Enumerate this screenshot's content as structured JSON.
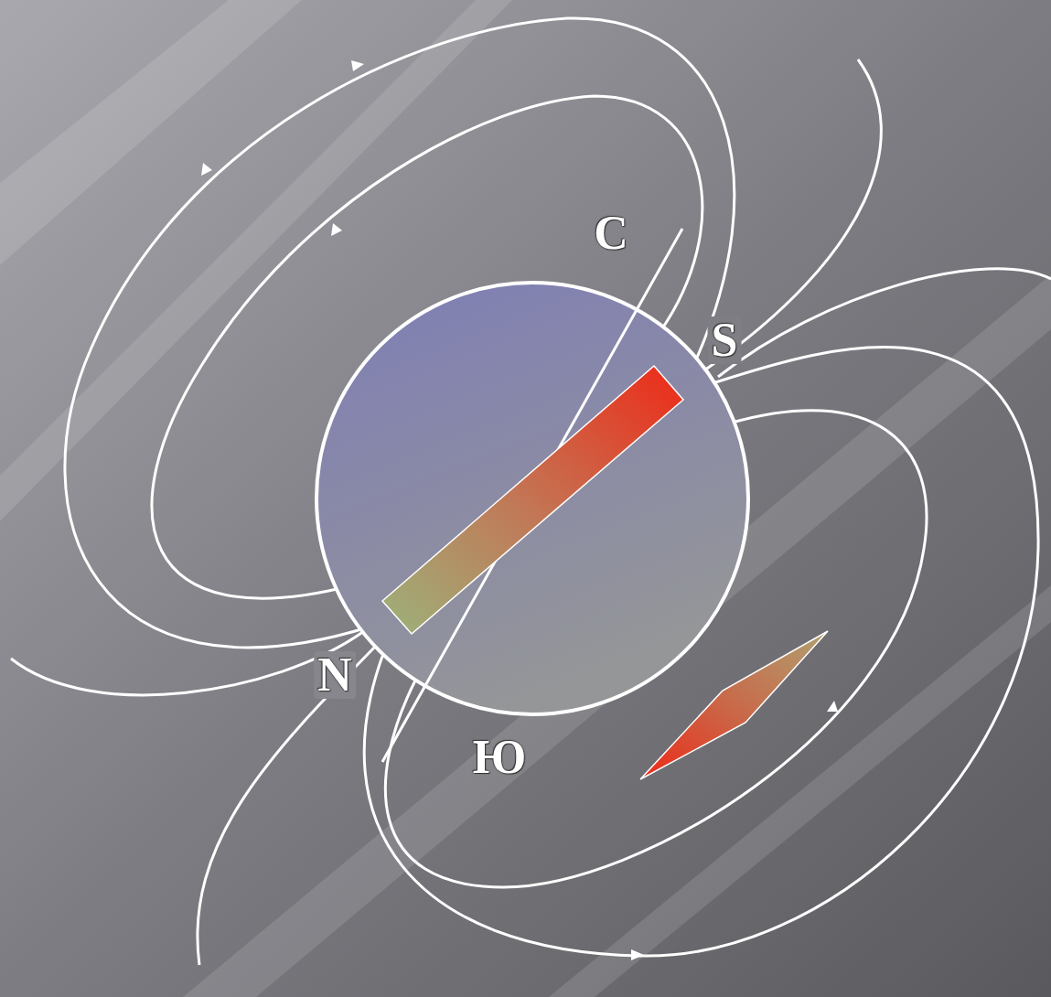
{
  "diagram": {
    "labels": [
      "С",
      "S",
      "N",
      "Ю"
    ]
  }
}
